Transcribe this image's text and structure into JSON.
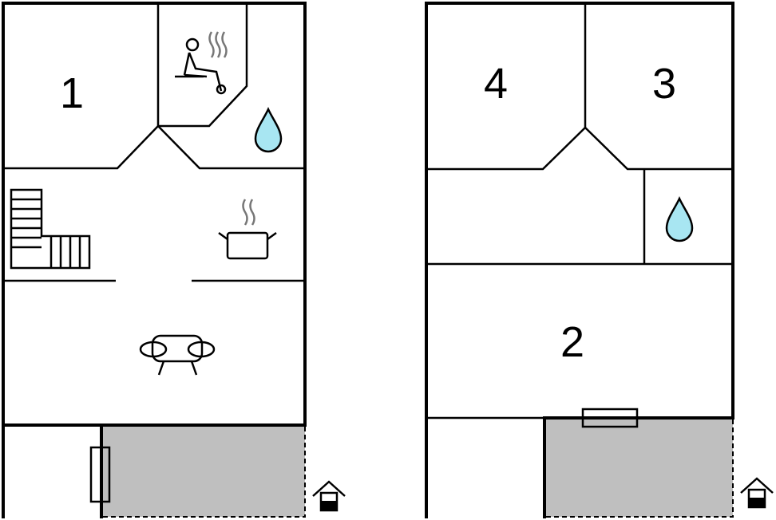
{
  "floorplan": {
    "left_floor": {
      "rooms": [
        {
          "label": "1"
        }
      ],
      "icons": [
        "sauna-icon",
        "bathroom-drop-icon",
        "staircase-icon",
        "kitchen-pot-icon",
        "sofa-icon",
        "entrance-icon"
      ],
      "colors": {
        "terrace": "#bfbfbf",
        "water": "#a8e6f2"
      }
    },
    "right_floor": {
      "rooms": [
        {
          "label": "4"
        },
        {
          "label": "3"
        },
        {
          "label": "2"
        }
      ],
      "icons": [
        "bathroom-drop-icon",
        "entrance-icon"
      ],
      "colors": {
        "terrace": "#bfbfbf",
        "water": "#a8e6f2"
      }
    }
  }
}
